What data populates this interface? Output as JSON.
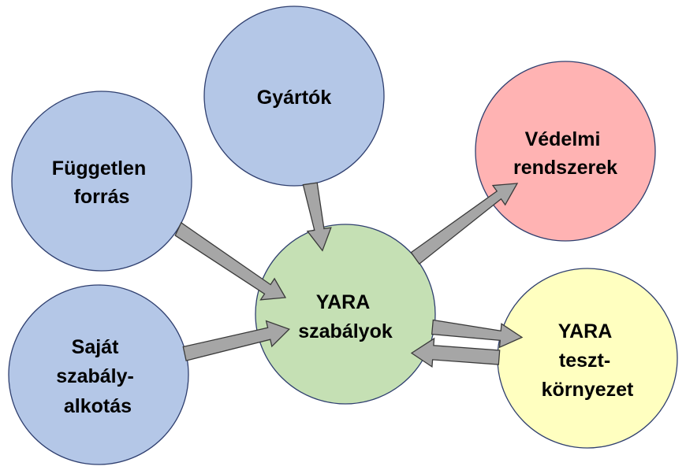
{
  "colors": {
    "blue": "#b4c7e7",
    "green": "#c5e0b4",
    "red": "#ffb3b3",
    "yellow": "#ffffc0",
    "node_stroke": "#2f3f6f",
    "arrow_fill": "#a6a6a6",
    "arrow_stroke": "#3a3a3a"
  },
  "nodes": {
    "gyartok": {
      "lines": [
        "Gyártók"
      ]
    },
    "fuggetlen": {
      "lines": [
        "Független",
        "forrás"
      ]
    },
    "sajat": {
      "lines": [
        "Saját",
        "szabály-",
        "alkotás"
      ]
    },
    "yara": {
      "lines": [
        "YARA",
        "szabályok"
      ]
    },
    "vedelmi": {
      "lines": [
        "Védelmi",
        "rendszerek"
      ]
    },
    "teszt": {
      "lines": [
        "YARA",
        "teszt-",
        "környezet"
      ]
    }
  }
}
